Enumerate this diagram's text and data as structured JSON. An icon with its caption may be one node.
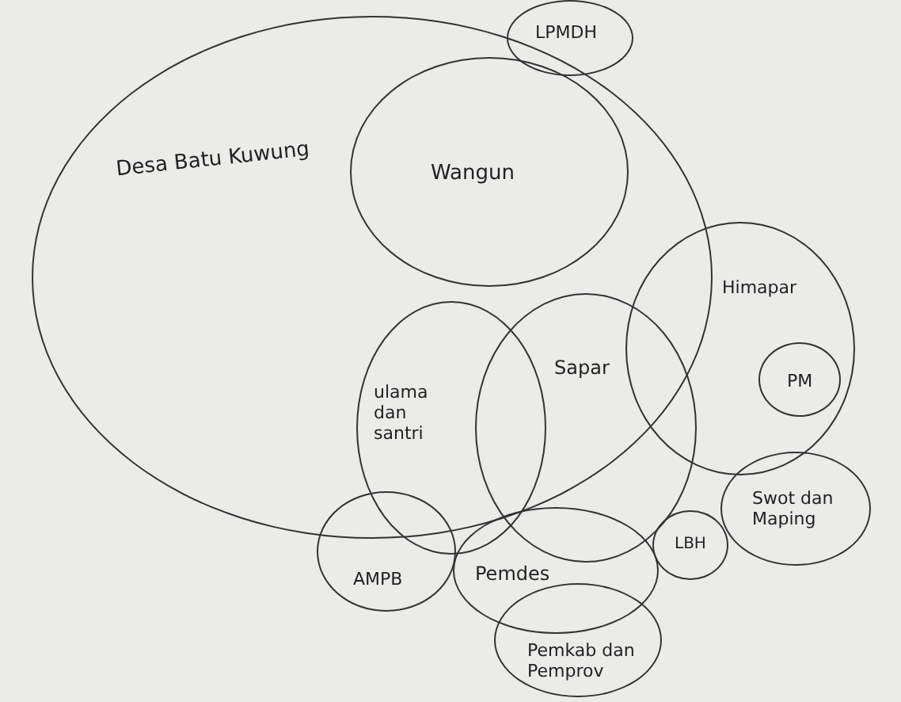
{
  "diagram": {
    "nodes": [
      {
        "text": [
          "Desa Batu Kuwung"
        ]
      },
      {
        "text": [
          "LPMDH"
        ]
      },
      {
        "text": [
          "Wangun"
        ],
        "in": 0
      },
      {
        "text": [
          "ulama dan santri"
        ]
      },
      {
        "text": [
          "Sapar"
        ]
      },
      {
        "text": [
          "Himapar"
        ]
      },
      {
        "text": [
          "PM"
        ],
        "in": 5
      },
      {
        "text": [
          "AMPB"
        ]
      },
      {
        "text": [
          "Pemdes"
        ]
      },
      {
        "text": [
          "LBH"
        ]
      },
      {
        "text": [
          "Swot dan Maping"
        ]
      },
      {
        "text": [
          "Pemkab dan Pemprov"
        ]
      }
    ]
  }
}
